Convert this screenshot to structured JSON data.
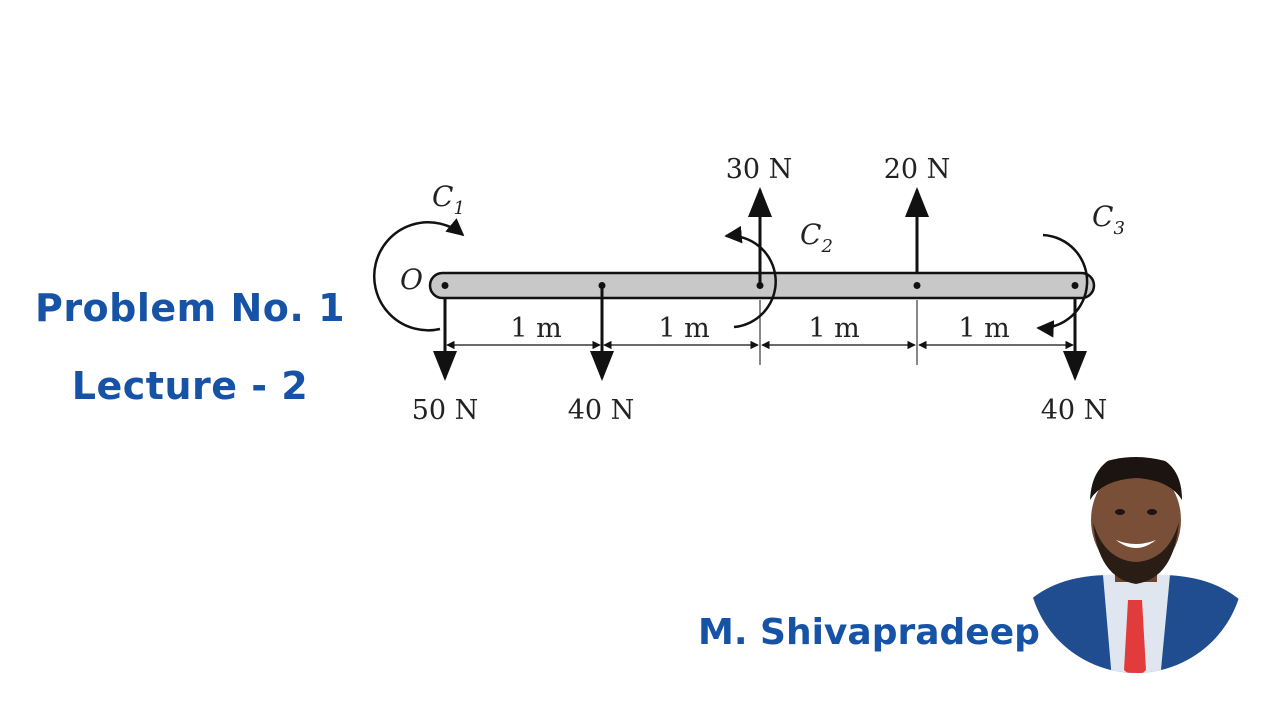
{
  "title": {
    "problem": "Problem No. 1",
    "lecture": "Lecture - 2"
  },
  "author": {
    "name": "M. Shivapradeep"
  },
  "colors": {
    "accent": "#1653a6",
    "beam_fill": "#c8c8c8",
    "suit": "#1f4d8f",
    "tie": "#e23b3b"
  },
  "diagram": {
    "origin_label": "O",
    "forces": {
      "f_o": "50 N",
      "f_1": "40 N",
      "f_2": "30 N",
      "f_3": "20 N",
      "f_4": "40 N"
    },
    "couples": {
      "c1": {
        "symbol": "C",
        "sub": "1"
      },
      "c2": {
        "symbol": "C",
        "sub": "2"
      },
      "c3": {
        "symbol": "C",
        "sub": "3"
      }
    },
    "spans": [
      "1 m",
      "1 m",
      "1 m",
      "1 m"
    ]
  }
}
